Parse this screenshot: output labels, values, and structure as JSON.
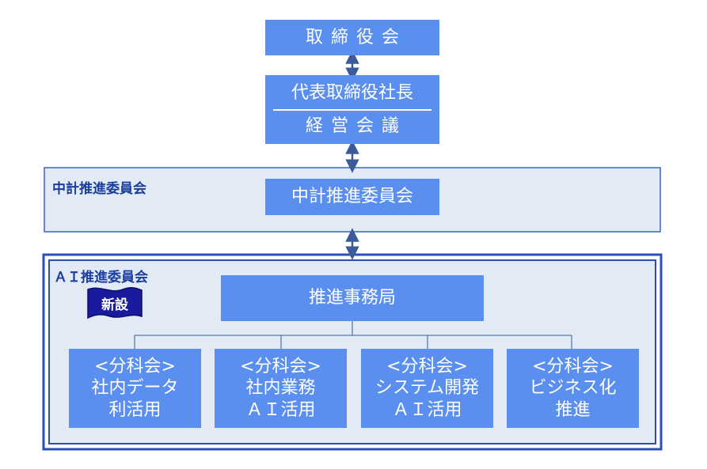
{
  "board": {
    "label": "取締役会"
  },
  "president": {
    "label": "代表取締役社長"
  },
  "management": {
    "label": "経営会議"
  },
  "mid_term": {
    "panel_label": "中計推進委員会",
    "box_label": "中計推進委員会"
  },
  "ai": {
    "panel_label": "ＡＩ推進委員会",
    "badge": "新設",
    "secretariat": "推進事務局",
    "subcommittees": [
      {
        "title": "<分科会>",
        "lines": [
          "社内データ",
          "利活用"
        ]
      },
      {
        "title": "<分科会>",
        "lines": [
          "社内業務",
          "ＡＩ活用"
        ]
      },
      {
        "title": "<分科会>",
        "lines": [
          "システム開発",
          "ＡＩ活用"
        ]
      },
      {
        "title": "<分科会>",
        "lines": [
          "ビジネス化",
          "推進"
        ]
      }
    ]
  },
  "colors": {
    "box": "#5b8fef",
    "panel_fill": "#e2ebf5",
    "panel_border": "#3a63c9",
    "ai_border": "#2a4fb8",
    "badge": "#1a1a9e",
    "arrow": "#3a5a9a",
    "label_text": "#1a3d9e"
  }
}
